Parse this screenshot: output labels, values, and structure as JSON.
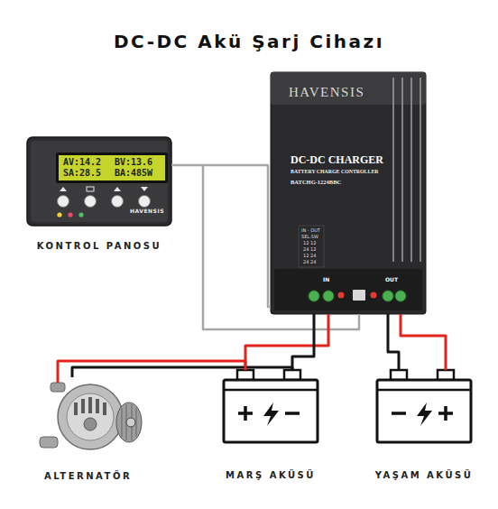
{
  "diagram": {
    "title": "DC-DC Akü Şarj Cihazı",
    "nodes": [
      {
        "text": [
          "HAVENSIS",
          "KONTROL PANOSU"
        ]
      },
      {
        "text": [
          "AV:14.2",
          "BV:13.6",
          "SA:28.5",
          "BA:485W"
        ],
        "in": 0
      },
      {
        "text": [
          "HAVENSIS",
          "DC-DC CHARGER",
          "BATTERY CHARGE CONTROLLER",
          "BATCHG-1224BBC",
          "IN - OUT",
          "SEL.SW",
          "12 12",
          "24 12",
          "12 24",
          "24 24",
          "IN",
          "OUT"
        ]
      },
      {
        "text": [
          "ALTERNATÖR"
        ]
      },
      {
        "text": [
          "MARŞ AKÜSÜ"
        ]
      },
      {
        "text": [
          "YAŞAM AKÜSÜ"
        ]
      }
    ],
    "edges": [
      {
        "from": 0,
        "to": 2,
        "arrow": "none"
      },
      {
        "from": 3,
        "to": 4,
        "arrow": "none"
      },
      {
        "from": 2,
        "to": 4,
        "arrow": "none"
      },
      {
        "from": 2,
        "to": 5,
        "arrow": "none"
      }
    ]
  }
}
